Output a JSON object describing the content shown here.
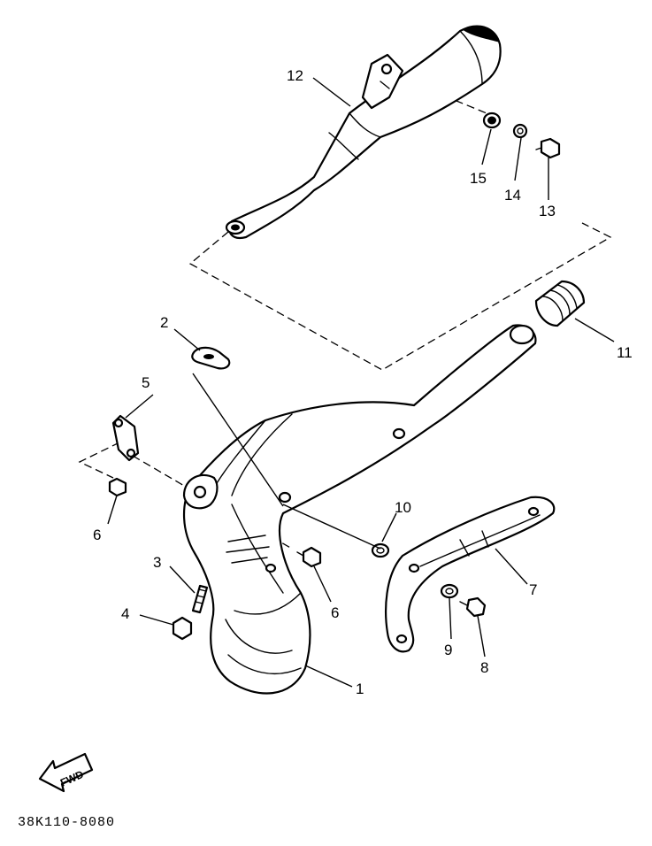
{
  "diagram": {
    "figure_code": "38K110-8080",
    "fwd_label": "FWD",
    "callouts": [
      "1",
      "2",
      "3",
      "4",
      "5",
      "6",
      "6",
      "7",
      "8",
      "9",
      "10",
      "11",
      "12",
      "13",
      "14",
      "15"
    ]
  }
}
